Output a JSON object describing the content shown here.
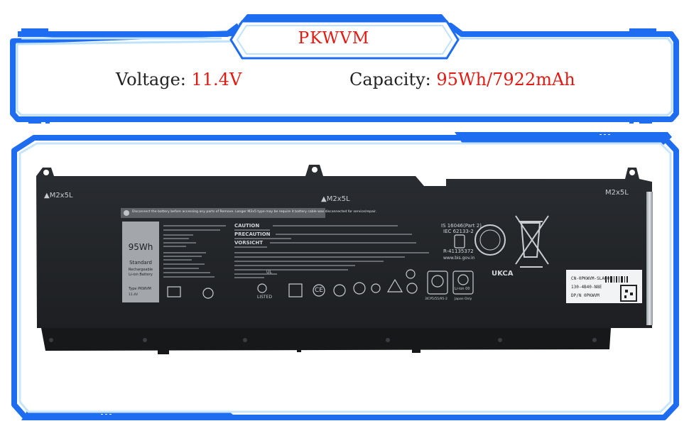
{
  "banner": {
    "model": "PKWVM",
    "voltage_label": "Voltage:",
    "voltage_value": "11.4V",
    "capacity_label": "Capacity:",
    "capacity_value": "95Wh/7922mAh"
  },
  "battery_label": {
    "mount_left": "▲M2x5L",
    "mount_center": "▲M2x5L",
    "mount_right": "M2x5L",
    "capacity_badge": "95Wh",
    "badge_line1": "Standard",
    "badge_line2": "Rechargeable",
    "badge_line3": "Li-ion Battery",
    "type_text": "Type PKWVM",
    "type_voltage": "11.4V",
    "warning_strip": "Disconnect the battery before accessing any parts of Remove. Longer M2x5 type may be require it battery cable was disconnected for service/repair.",
    "caution": "CAUTION",
    "precaution": "PRECAUTION",
    "vorsicht": "VORSICHT",
    "is_standard": "IS 16046(Part 2)",
    "iec_standard": "IEC 62133-2",
    "r_number": "R-41135372",
    "bis_url": "www.bis.gov.in",
    "ukca": "UKCA",
    "liion": "Li-ion 00",
    "japan_only": "Japan Only",
    "cell_code": "3ICP5/55/95-2",
    "barcode_cn": "CN-0PKWVM-SLA00",
    "barcode_line2": "130-4B40-N8E",
    "barcode_dp": "DP/N 0PKWVM"
  },
  "colors": {
    "accent_blue": "#1e6cf0",
    "value_red": "#e01b14",
    "battery_body": "#23262a"
  }
}
